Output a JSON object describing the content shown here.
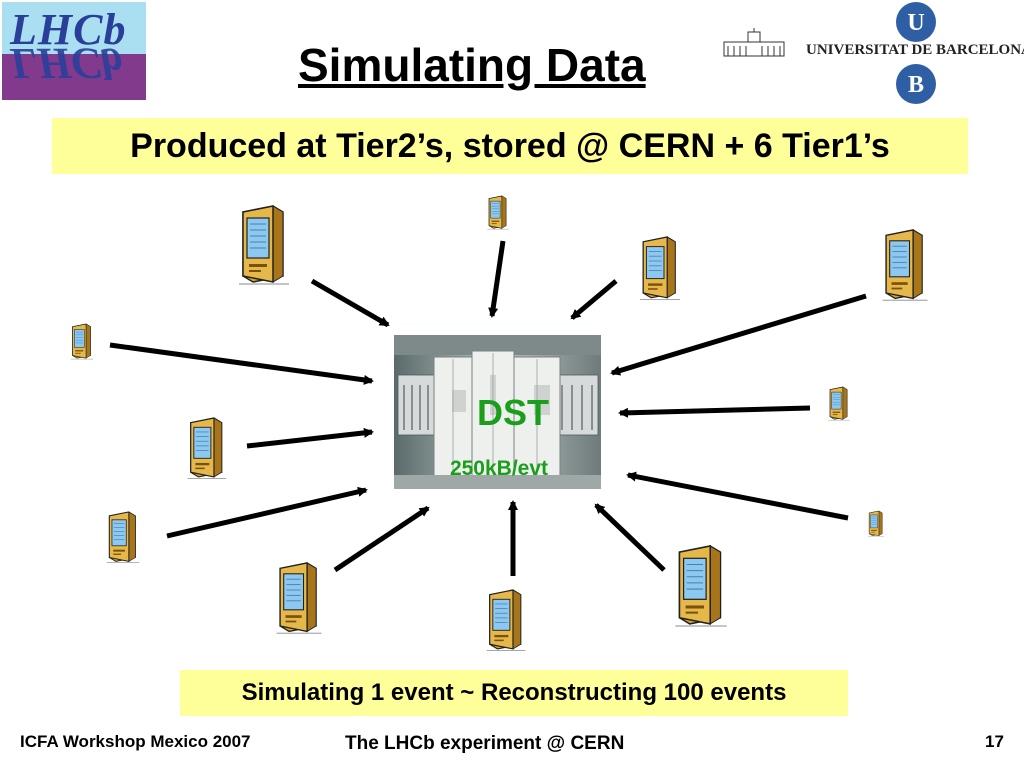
{
  "header": {
    "title": "Simulating Data",
    "logo_text": "LHCb",
    "university_name": "UNIVERSITAT DE BARCELONA"
  },
  "subtitle": "Produced at Tier2’s, stored @ CERN + 6 Tier1’s",
  "center": {
    "label": "DST",
    "size": "250kB/evt"
  },
  "bottom_note": "Simulating 1 event ~ Reconstructing 100 events",
  "footer": {
    "left": "ICFA Workshop Mexico 2007",
    "center": "The LHCb experiment @ CERN",
    "page": "17"
  },
  "icons": {
    "computer": "computer-icon",
    "datacenter": "datacenter-image"
  },
  "colors": {
    "highlight": "#ffff99",
    "dst_text": "#1b9e1b",
    "arrow": "#000000",
    "computer_case": "#d9a62a",
    "computer_screen": "#8cc8ef"
  }
}
